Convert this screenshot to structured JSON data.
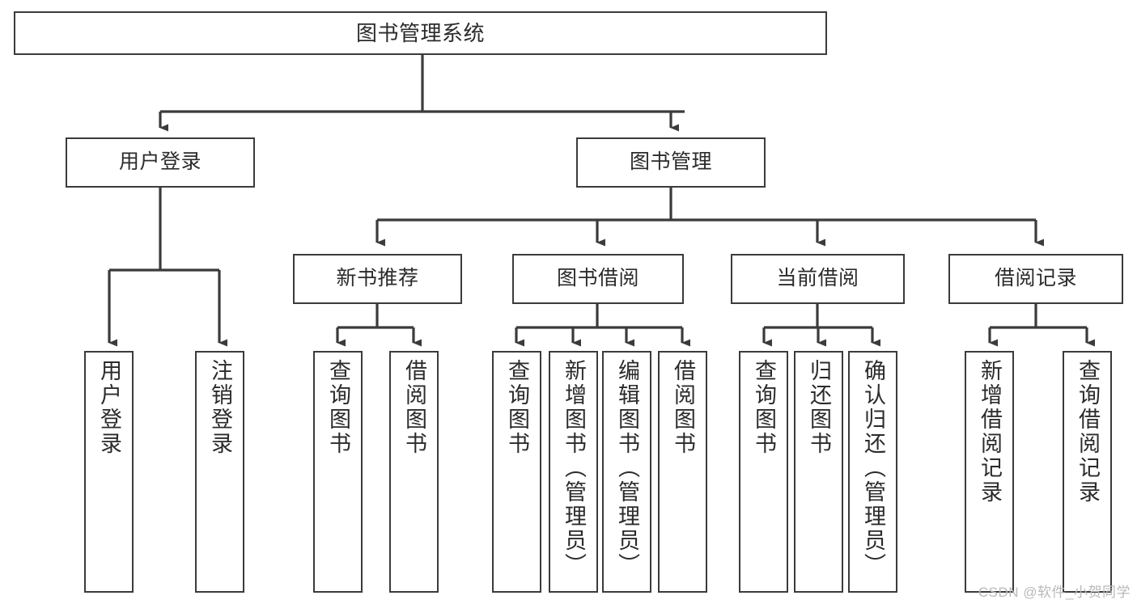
{
  "diagram": {
    "title": "图书管理系统",
    "type": "tree-hierarchy-chart",
    "watermark": "CSDN @软件_小贺同学",
    "colors": {
      "box_border": "#3b3b3b",
      "box_fill": "#ffffff",
      "text": "#2b2b2b",
      "connector": "#3b3b3b",
      "watermark": "#b9b9b9",
      "background": "#ffffff"
    },
    "root": {
      "label": "图书管理系统"
    },
    "level2": [
      {
        "label": "用户登录"
      },
      {
        "label": "图书管理"
      }
    ],
    "level3": [
      {
        "label": "新书推荐"
      },
      {
        "label": "图书借阅"
      },
      {
        "label": "当前借阅"
      },
      {
        "label": "借阅记录"
      }
    ],
    "leaves": {
      "user_login": [
        {
          "label": "用户登录"
        },
        {
          "label": "注销登录"
        }
      ],
      "new_book_recommend": [
        {
          "label": "查询图书"
        },
        {
          "label": "借阅图书"
        }
      ],
      "book_borrow": [
        {
          "label": "查询图书"
        },
        {
          "label": "新增图书（管理员）"
        },
        {
          "label": "编辑图书（管理员）"
        },
        {
          "label": "借阅图书"
        }
      ],
      "current_borrow": [
        {
          "label": "查询图书"
        },
        {
          "label": "归还图书"
        },
        {
          "label": "确认归还（管理员）"
        }
      ],
      "borrow_records": [
        {
          "label": "新增借阅记录"
        },
        {
          "label": "查询借阅记录"
        }
      ]
    }
  }
}
